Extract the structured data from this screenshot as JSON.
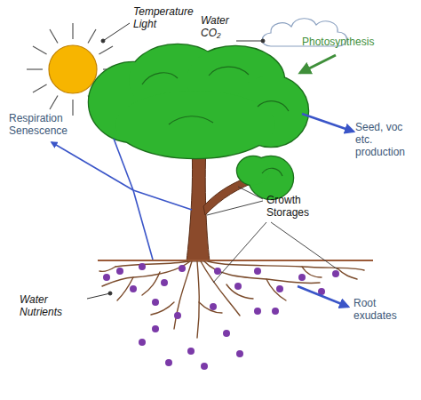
{
  "diagram": {
    "labels": [
      "Temperature Light",
      "Water CO₂",
      "Photosynthesis",
      "Seed, voc etc. production",
      "Respiration Senescence",
      "Growth Storages",
      "Water Nutrients",
      "Root exudates"
    ]
  }
}
